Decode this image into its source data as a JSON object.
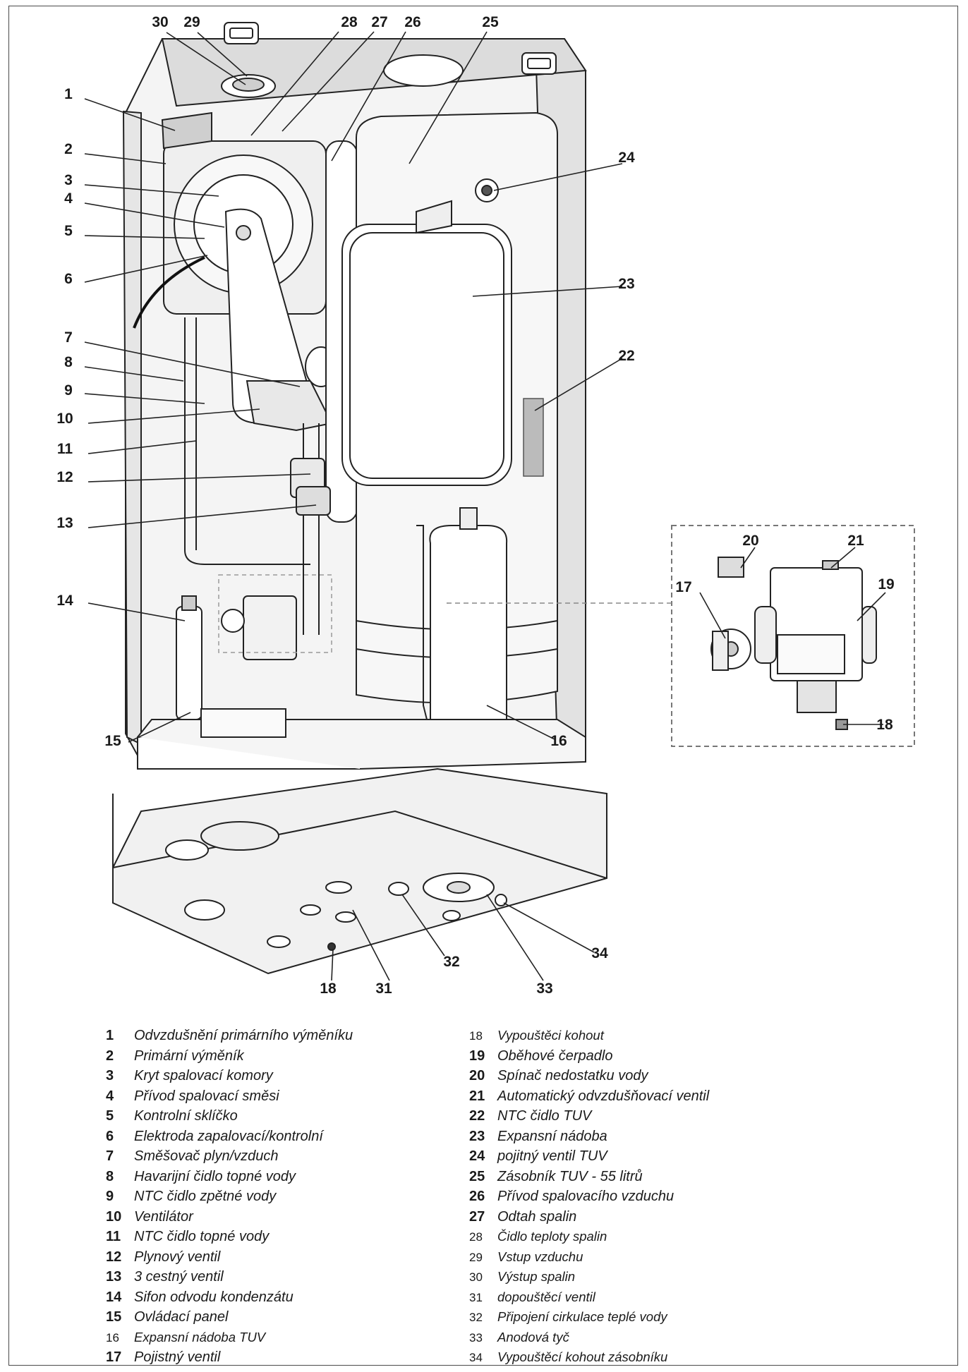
{
  "callouts": [
    {
      "label": "30"
    },
    {
      "label": "29"
    },
    {
      "label": "28"
    },
    {
      "label": "27"
    },
    {
      "label": "26"
    },
    {
      "label": "25"
    },
    {
      "label": "1"
    },
    {
      "label": "2"
    },
    {
      "label": "3"
    },
    {
      "label": "4"
    },
    {
      "label": "5"
    },
    {
      "label": "6"
    },
    {
      "label": "7"
    },
    {
      "label": "8"
    },
    {
      "label": "9"
    },
    {
      "label": "10"
    },
    {
      "label": "11"
    },
    {
      "label": "12"
    },
    {
      "label": "13"
    },
    {
      "label": "14"
    },
    {
      "label": "15"
    },
    {
      "label": "16"
    },
    {
      "label": "24"
    },
    {
      "label": "23"
    },
    {
      "label": "22"
    },
    {
      "label": "20"
    },
    {
      "label": "21"
    },
    {
      "label": "17"
    },
    {
      "label": "19"
    },
    {
      "label": "18"
    },
    {
      "label": "18"
    },
    {
      "label": "31"
    },
    {
      "label": "32"
    },
    {
      "label": "33"
    },
    {
      "label": "34"
    }
  ],
  "legend_left": [
    {
      "number": "1",
      "text": "Odvzdušnění primárního výměníku",
      "style": "bold"
    },
    {
      "number": "2",
      "text": "Primární výměník",
      "style": "bold"
    },
    {
      "number": "3",
      "text": "Kryt spalovací komory",
      "style": "bold"
    },
    {
      "number": "4",
      "text": "Přívod spalovací směsi",
      "style": "bold"
    },
    {
      "number": "5",
      "text": "Kontrolní sklíčko",
      "style": "bold"
    },
    {
      "number": "6",
      "text": "Elektroda zapalovací/kontrolní",
      "style": "bold"
    },
    {
      "number": "7",
      "text": "Směšovač plyn/vzduch",
      "style": "bold"
    },
    {
      "number": "8",
      "text": "Havarijní čidlo topné vody",
      "style": "bold"
    },
    {
      "number": "9",
      "text": "NTC čidlo zpětné vody",
      "style": "bold"
    },
    {
      "number": "10",
      "text": "Ventilátor",
      "style": "bold"
    },
    {
      "number": "11",
      "text": "NTC čidlo topné vody",
      "style": "bold"
    },
    {
      "number": "12",
      "text": "Plynový ventil",
      "style": "bold"
    },
    {
      "number": "13",
      "text": "3 cestný ventil",
      "style": "bold"
    },
    {
      "number": "14",
      "text": "Sifon odvodu kondenzátu",
      "style": "bold"
    },
    {
      "number": "15",
      "text": "Ovládací panel",
      "style": "bold"
    },
    {
      "number": "16",
      "text": " Expansní nádoba TUV",
      "style": "light"
    },
    {
      "number": "17",
      "text": "Pojistný ventil",
      "style": "bold"
    }
  ],
  "legend_right": [
    {
      "number": "18",
      "text": "Vypouštěci kohout",
      "style": "light"
    },
    {
      "number": "19",
      "text": "Oběhové čerpadlo",
      "style": "bold"
    },
    {
      "number": "20",
      "text": "Spínač nedostatku vody",
      "style": "bold"
    },
    {
      "number": "21",
      "text": "Automatický odvzdušňovací ventil",
      "style": "bold"
    },
    {
      "number": "22",
      "text": "NTC čidlo TUV",
      "style": "bold"
    },
    {
      "number": "23",
      "text": "Expansní nádoba",
      "style": "bold"
    },
    {
      "number": "24",
      "text": "pojitný ventil TUV",
      "style": "bold"
    },
    {
      "number": "25",
      "text": "Zásobník TUV - 55 litrů",
      "style": "bold"
    },
    {
      "number": "26",
      "text": "Přívod spalovacího vzduchu",
      "style": "bold"
    },
    {
      "number": "27",
      "text": "Odtah spalin",
      "style": "bold"
    },
    {
      "number": "28",
      "text": "Čidlo teploty spalin",
      "style": "light"
    },
    {
      "number": "29",
      "text": "Vstup vzduchu",
      "style": "light"
    },
    {
      "number": "30",
      "text": "Výstup spalin",
      "style": "light"
    },
    {
      "number": "31",
      "text": " dopouštěcí ventil",
      "style": "light"
    },
    {
      "number": "32",
      "text": "Připojení cirkulace teplé vody",
      "style": "light"
    },
    {
      "number": "33",
      "text": "Anodová tyč",
      "style": "light"
    },
    {
      "number": "34",
      "text": "Vypouštěcí kohout zásobníku",
      "style": "light"
    }
  ]
}
